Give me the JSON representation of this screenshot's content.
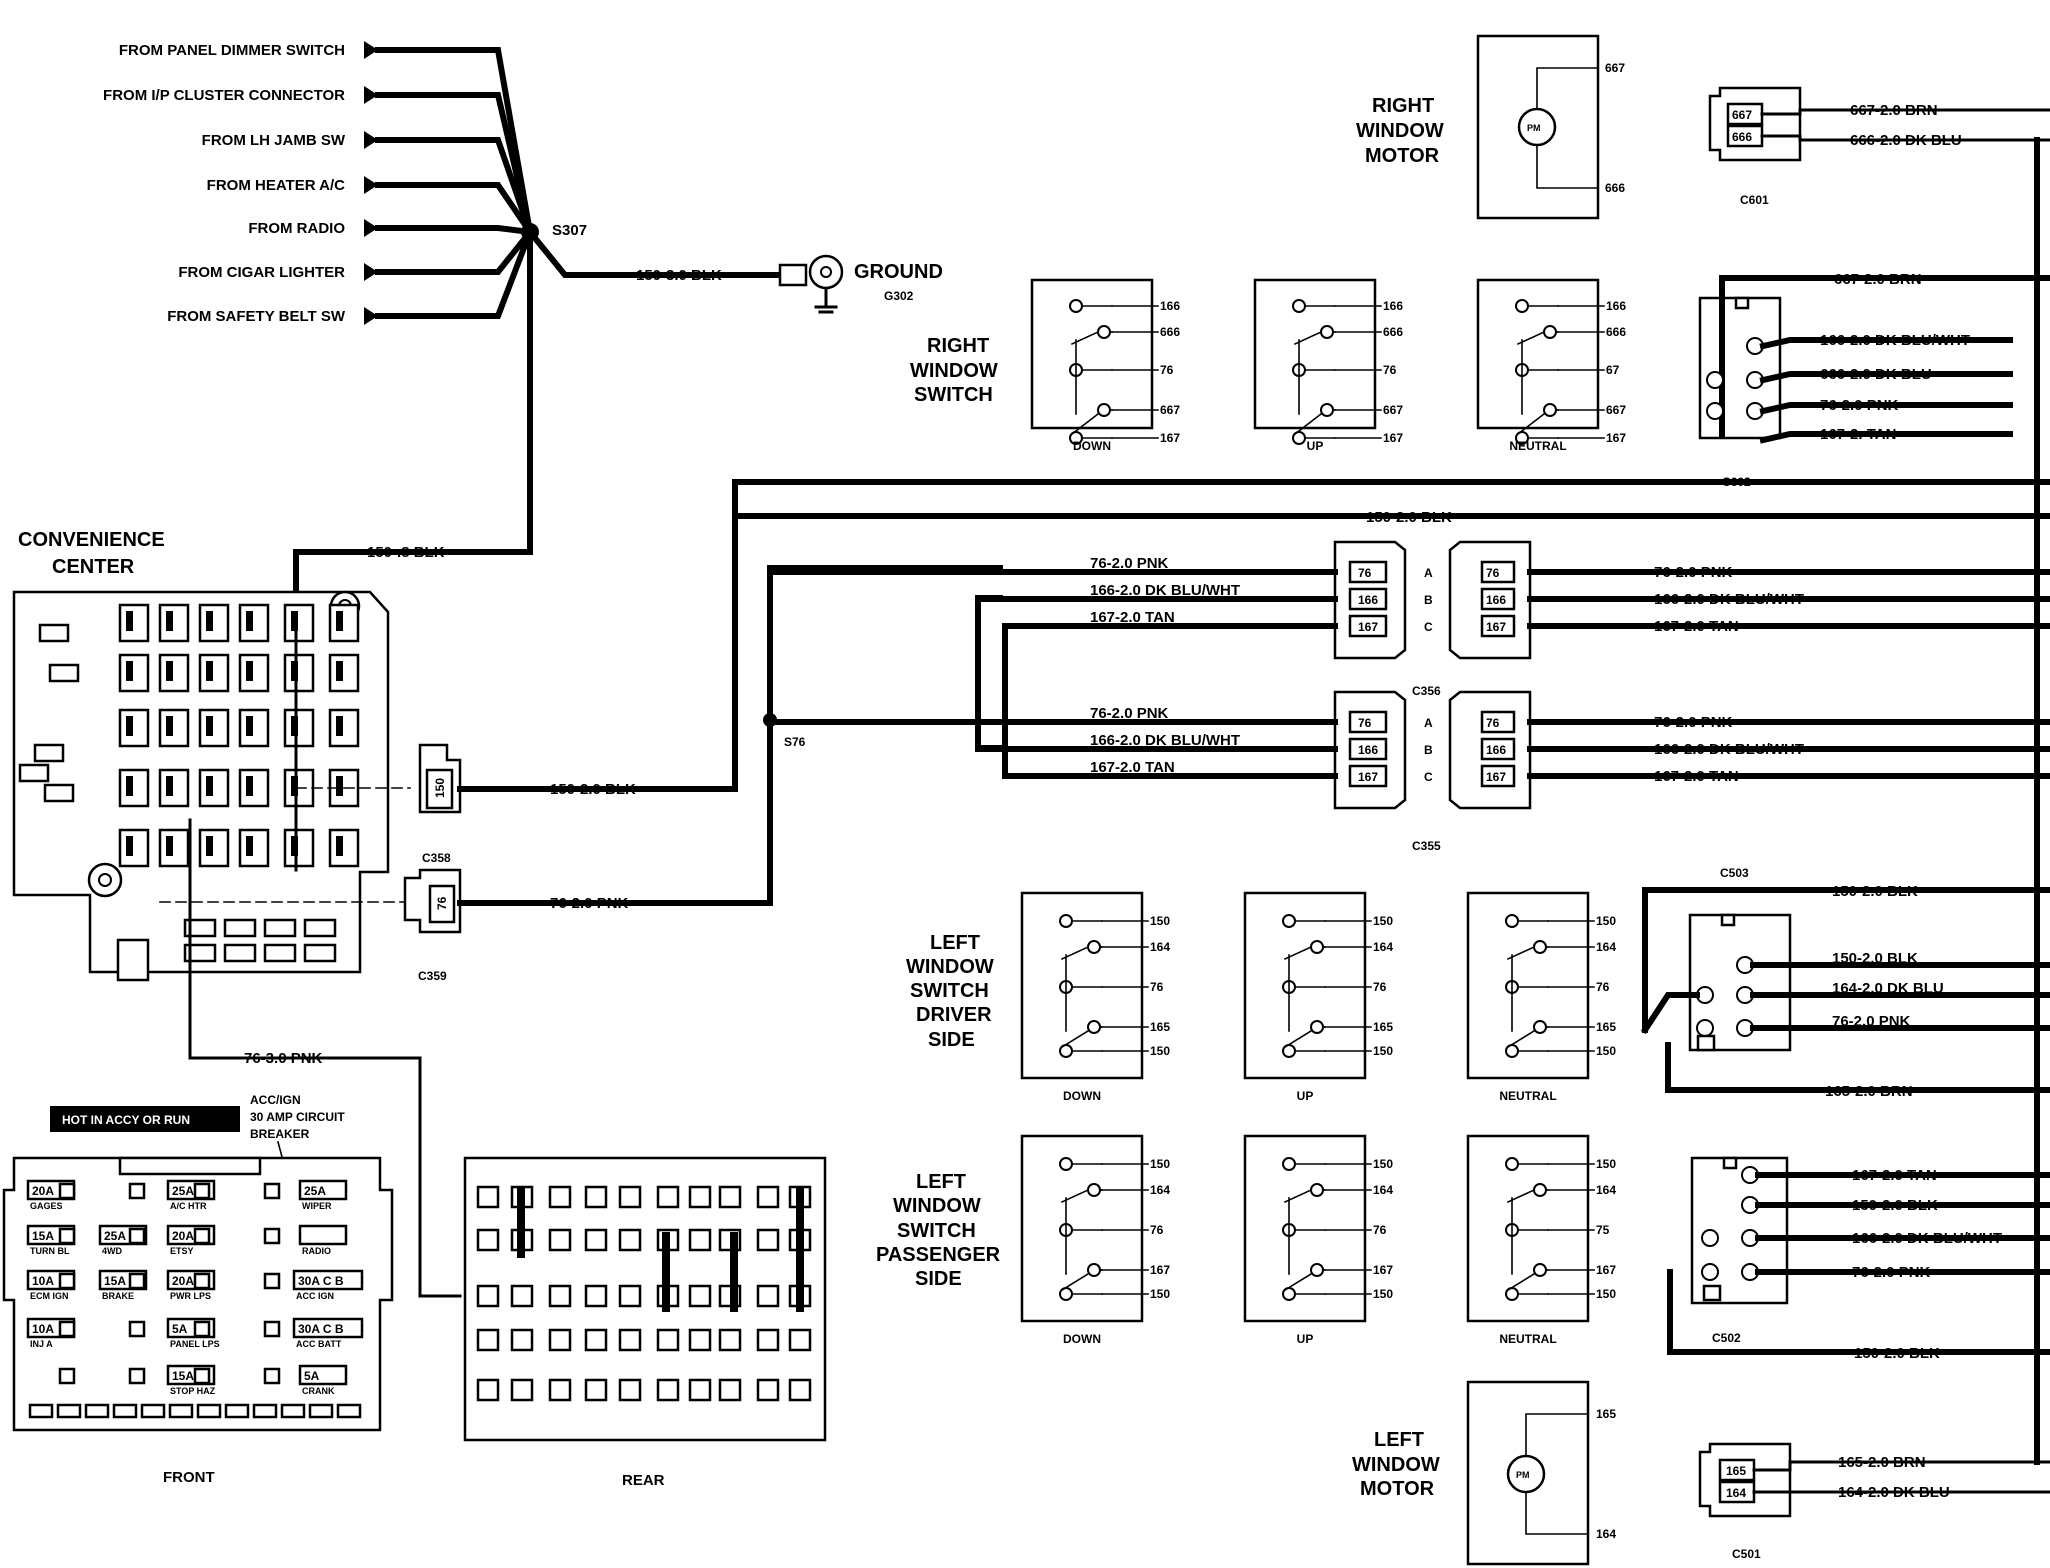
{
  "sources": [
    "FROM PANEL DIMMER SWITCH",
    "FROM I/P CLUSTER CONNECTOR",
    "FROM LH JAMB SW",
    "FROM HEATER A/C",
    "FROM RADIO",
    "FROM CIGAR LIGHTER",
    "FROM SAFETY BELT SW"
  ],
  "splices": {
    "s307": "S307",
    "s76": "S76"
  },
  "ground": {
    "wire": "150-3.0 BLK",
    "label": "GROUND",
    "id": "G302"
  },
  "convenience_center": {
    "title_line1": "CONVENIENCE",
    "title_line2": "CENTER",
    "wire": "150-.8 BLK"
  },
  "connectors_left": {
    "c358": "C358",
    "c359": "C359",
    "c358_pin": "150",
    "c359_pin": "76",
    "wire_150": "150-2.0 BLK",
    "wire_76": "76-2.0 PNK",
    "wire_76_3": "76-3.0 PNK"
  },
  "fuse_block": {
    "notice": "HOT IN ACCY OR RUN",
    "callout_line1": "ACC/IGN",
    "callout_line2": "30 AMP CIRCUIT",
    "callout_line3": "BREAKER",
    "front_label": "FRONT",
    "rear_label": "REAR",
    "fuses": [
      {
        "val": "20A",
        "sub": "GAGES"
      },
      {
        "val": "25A",
        "sub": "A/C HTR"
      },
      {
        "val": "25A",
        "sub": "WIPER"
      },
      {
        "val": "15A",
        "sub": "TURN BL"
      },
      {
        "val": "25A",
        "sub": "4WD"
      },
      {
        "val": "20A",
        "sub": "ETSY"
      },
      {
        "val": "",
        "sub": "RADIO"
      },
      {
        "val": "10A",
        "sub": "ECM IGN"
      },
      {
        "val": "15A",
        "sub": "BRAKE"
      },
      {
        "val": "20A",
        "sub": "PWR LPS"
      },
      {
        "val": "30A C B",
        "sub": "ACC IGN"
      },
      {
        "val": "10A",
        "sub": "INJ A"
      },
      {
        "val": "5A",
        "sub": "PANEL LPS"
      },
      {
        "val": "30A C B",
        "sub": "ACC BATT"
      },
      {
        "val": "15A",
        "sub": "STOP HAZ"
      },
      {
        "val": "5A",
        "sub": "CRANK"
      }
    ]
  },
  "right_motor": {
    "l1": "RIGHT",
    "l2": "WINDOW",
    "l3": "MOTOR",
    "pin_top": "667",
    "pin_bot": "666",
    "pm": "PM"
  },
  "left_motor": {
    "l1": "LEFT",
    "l2": "WINDOW",
    "l3": "MOTOR",
    "pin_top": "165",
    "pin_bot": "164",
    "pm": "PM"
  },
  "right_switch": {
    "l1": "RIGHT",
    "l2": "WINDOW",
    "l3": "SWITCH",
    "panels": [
      {
        "state": "DOWN",
        "pins": [
          "166",
          "666",
          "76",
          "667",
          "167"
        ]
      },
      {
        "state": "UP",
        "pins": [
          "166",
          "666",
          "76",
          "667",
          "167"
        ]
      },
      {
        "state": "NEUTRAL",
        "pins": [
          "166",
          "666",
          "67",
          "667",
          "167"
        ]
      }
    ]
  },
  "left_driver_switch": {
    "l1": "LEFT",
    "l2": "WINDOW",
    "l3": "SWITCH",
    "l4": "DRIVER",
    "l5": "SIDE",
    "panels": [
      {
        "state": "DOWN",
        "pins": [
          "150",
          "164",
          "76",
          "165",
          "150"
        ]
      },
      {
        "state": "UP",
        "pins": [
          "150",
          "164",
          "76",
          "165",
          "150"
        ]
      },
      {
        "state": "NEUTRAL",
        "pins": [
          "150",
          "164",
          "76",
          "165",
          "150"
        ]
      }
    ]
  },
  "left_pass_switch": {
    "l1": "LEFT",
    "l2": "WINDOW",
    "l3": "SWITCH",
    "l4": "PASSENGER",
    "l5": "SIDE",
    "panels": [
      {
        "state": "DOWN",
        "pins": [
          "150",
          "164",
          "76",
          "167",
          "150"
        ]
      },
      {
        "state": "UP",
        "pins": [
          "150",
          "164",
          "76",
          "167",
          "150"
        ]
      },
      {
        "state": "NEUTRAL",
        "pins": [
          "150",
          "164",
          "75",
          "167",
          "150"
        ]
      }
    ]
  },
  "c601": {
    "id": "C601",
    "pins": [
      "667",
      "666"
    ],
    "wires": [
      "667-2.0 BRN",
      "666-2.0 DK BLU"
    ]
  },
  "c602": {
    "id": "C602",
    "wires": [
      "667-2.0 BRN",
      "166-2.0 DK BLU/WHT",
      "666-2.0 DK BLU",
      "76-2.0 PNK",
      "167-2. TAN"
    ]
  },
  "trunk": {
    "wire": "150-2.0 BLK"
  },
  "c356": {
    "id": "C356",
    "pins": [
      "76",
      "166",
      "167"
    ],
    "abc": [
      "A",
      "B",
      "C"
    ],
    "left_wires": [
      "76-2.0 PNK",
      "166-2.0 DK BLU/WHT",
      "167-2.0 TAN"
    ],
    "right_wires": [
      "76-2.0 PNK",
      "166-2.0 DK BLU/WHT",
      "167-2.0 TAN"
    ]
  },
  "c355": {
    "id": "C355",
    "pins": [
      "76",
      "166",
      "167"
    ],
    "abc": [
      "A",
      "B",
      "C"
    ],
    "left_wires": [
      "76-2.0 PNK",
      "166-2.0 DK BLU/WHT",
      "167-2.0 TAN"
    ],
    "right_wires": [
      "76-2.0 PNK",
      "166-2.0 DK BLU/WHT",
      "167-2.0 TAN"
    ]
  },
  "c503": {
    "id": "C503",
    "wires": [
      "150-2.0 BLK",
      "150-2.0 BLK",
      "164-2.0 DK BLU",
      "76-2.0 PNK",
      "165-2.0 BRN"
    ]
  },
  "c502": {
    "id": "C502",
    "wires": [
      "167-2.0 TAN",
      "150-2.0 BLK",
      "166-2.0 DK BLU/WHT",
      "76-2.0 PNK",
      "150-2.0 BLK"
    ]
  },
  "c501": {
    "id": "C501",
    "pins": [
      "165",
      "164"
    ],
    "wires": [
      "165-2.0 BRN",
      "164-2.0 DK BLU"
    ]
  }
}
